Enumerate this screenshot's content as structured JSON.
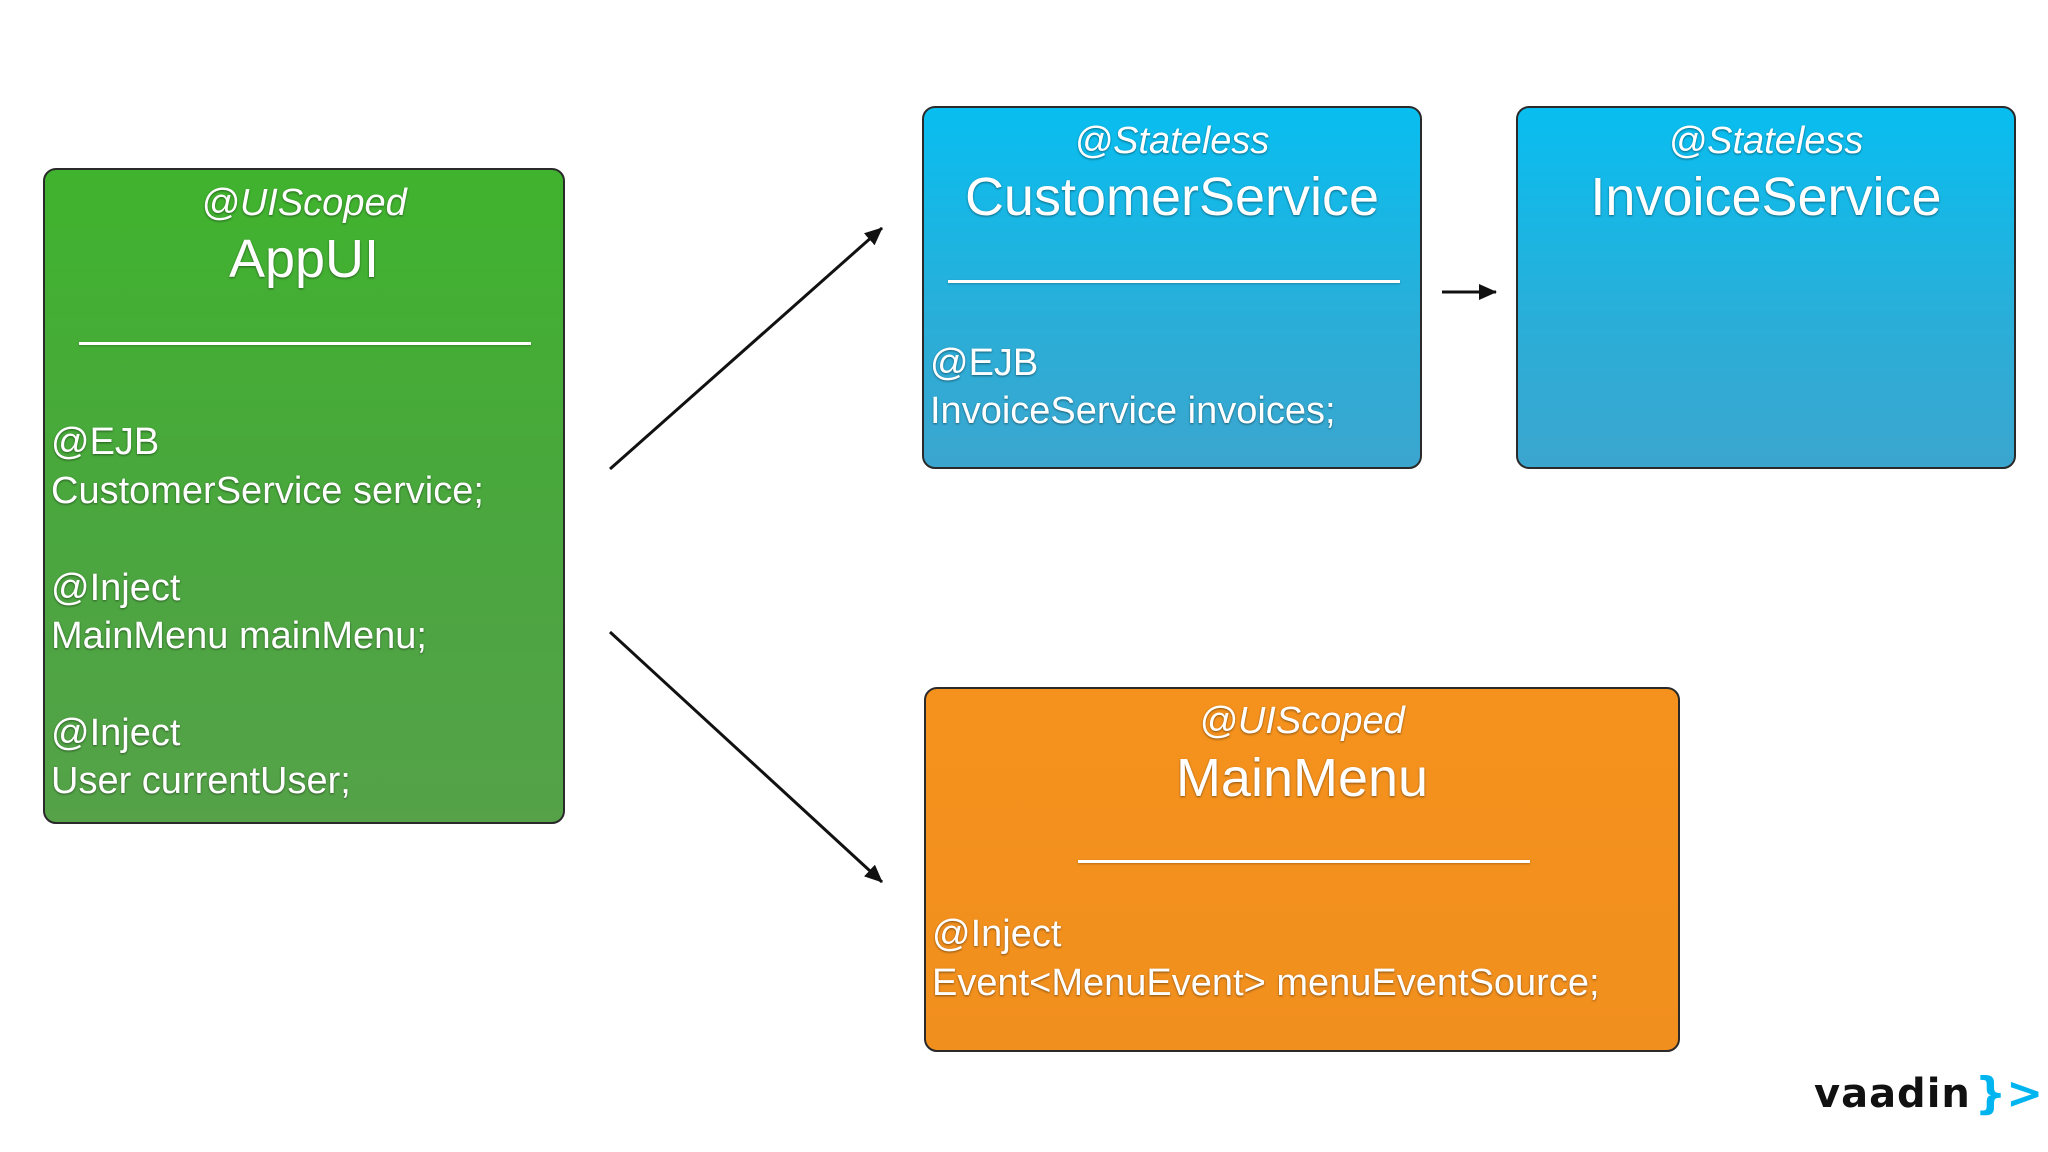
{
  "diagram": {
    "appui": {
      "annotation": "@UIScoped",
      "class_name": "AppUI",
      "fields": [
        "@EJB",
        "CustomerService service;",
        "@Inject",
        "MainMenu mainMenu;",
        "@Inject",
        "User currentUser;"
      ],
      "color": "#45ad35"
    },
    "customer_service": {
      "annotation": "@Stateless",
      "class_name": "CustomerService",
      "fields": [
        "@EJB",
        "InvoiceService invoices;"
      ],
      "color": "#1db4e3"
    },
    "invoice_service": {
      "annotation": "@Stateless",
      "class_name": "InvoiceService",
      "color": "#1db4e3"
    },
    "main_menu": {
      "annotation": "@UIScoped",
      "class_name": "MainMenu",
      "fields": [
        "@Inject",
        "Event<MenuEvent> menuEventSource;"
      ],
      "color": "#f3911e"
    }
  },
  "logo": {
    "wordmark": "vaadin",
    "mark": "}>",
    "mark_color": "#00b4f0"
  }
}
